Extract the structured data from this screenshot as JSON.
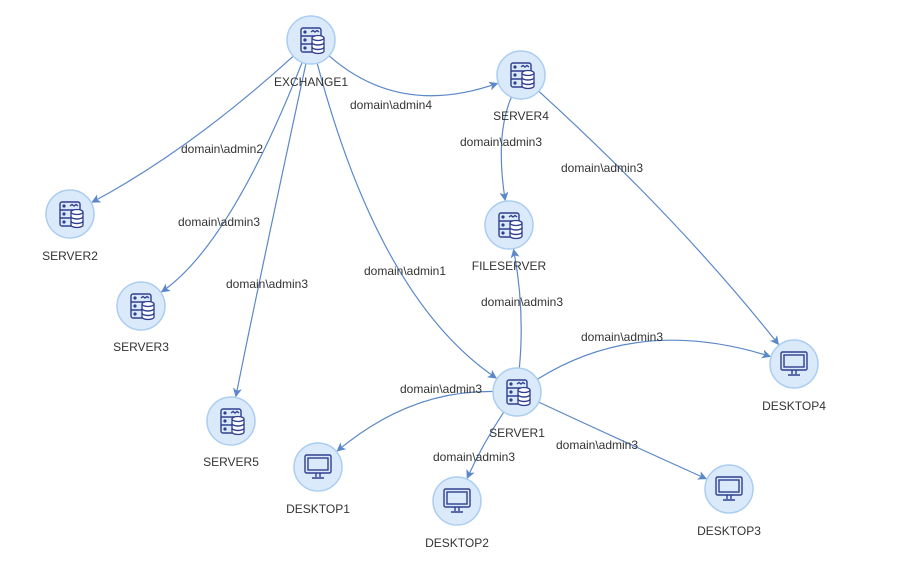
{
  "nodes": [
    {
      "id": "EXCHANGE1",
      "label": "EXCHANGE1",
      "icon": "server-icon"
    },
    {
      "id": "SERVER4",
      "label": "SERVER4",
      "icon": "server-icon"
    },
    {
      "id": "SERVER2",
      "label": "SERVER2",
      "icon": "server-icon"
    },
    {
      "id": "SERVER3",
      "label": "SERVER3",
      "icon": "server-icon"
    },
    {
      "id": "SERVER5",
      "label": "SERVER5",
      "icon": "server-icon"
    },
    {
      "id": "FILESERVER",
      "label": "FILESERVER",
      "icon": "server-icon"
    },
    {
      "id": "SERVER1",
      "label": "SERVER1",
      "icon": "server-icon"
    },
    {
      "id": "DESKTOP4",
      "label": "DESKTOP4",
      "icon": "monitor-icon"
    },
    {
      "id": "DESKTOP1",
      "label": "DESKTOP1",
      "icon": "monitor-icon"
    },
    {
      "id": "DESKTOP2",
      "label": "DESKTOP2",
      "icon": "monitor-icon"
    },
    {
      "id": "DESKTOP3",
      "label": "DESKTOP3",
      "icon": "monitor-icon"
    }
  ],
  "edges": [
    {
      "from": "EXCHANGE1",
      "to": "SERVER4",
      "label": "domain\\admin4"
    },
    {
      "from": "EXCHANGE1",
      "to": "SERVER2",
      "label": "domain\\admin2"
    },
    {
      "from": "EXCHANGE1",
      "to": "SERVER3",
      "label": "domain\\admin3"
    },
    {
      "from": "EXCHANGE1",
      "to": "SERVER5",
      "label": "domain\\admin3"
    },
    {
      "from": "EXCHANGE1",
      "to": "SERVER1",
      "label": "domain\\admin1"
    },
    {
      "from": "SERVER4",
      "to": "FILESERVER",
      "label": "domain\\admin3"
    },
    {
      "from": "SERVER4",
      "to": "DESKTOP4",
      "label": "domain\\admin3"
    },
    {
      "from": "SERVER1",
      "to": "FILESERVER",
      "label": "domain\\admin3"
    },
    {
      "from": "SERVER1",
      "to": "DESKTOP4",
      "label": "domain\\admin3"
    },
    {
      "from": "SERVER1",
      "to": "DESKTOP1",
      "label": "domain\\admin3"
    },
    {
      "from": "SERVER1",
      "to": "DESKTOP2",
      "label": "domain\\admin3"
    },
    {
      "from": "SERVER1",
      "to": "DESKTOP3",
      "label": "domain\\admin3"
    }
  ],
  "colors": {
    "node_fill": "#dbeafb",
    "node_stroke": "#aacdf2",
    "edge": "#5b88c8",
    "icon": "#2f3f8f",
    "text": "#333333"
  }
}
